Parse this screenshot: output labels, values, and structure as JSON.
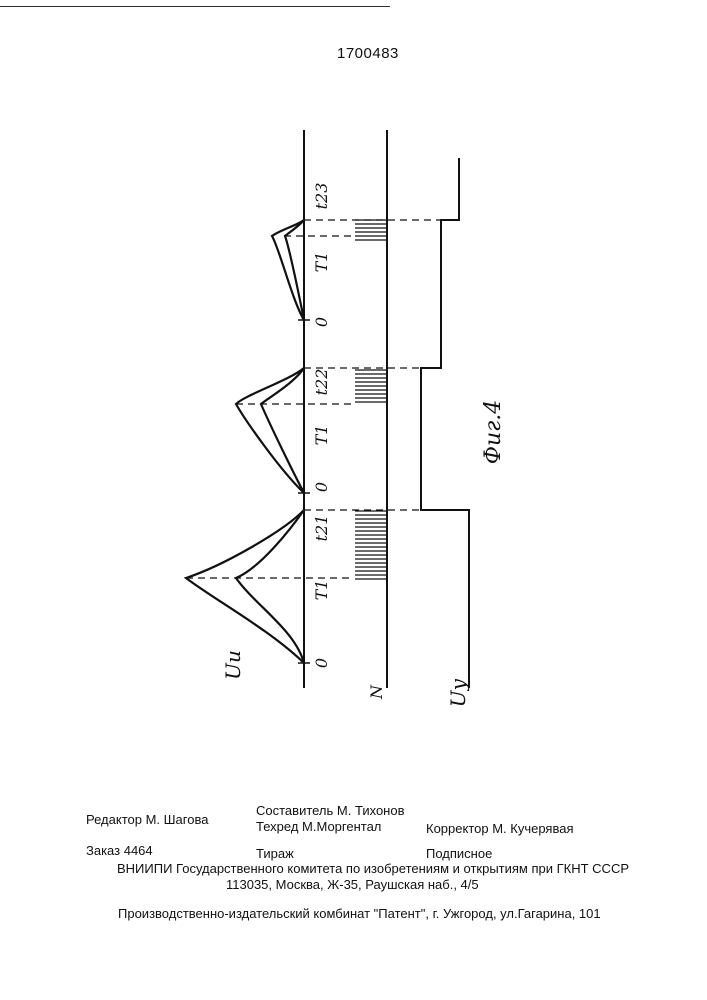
{
  "page": {
    "patent_number": "1700483"
  },
  "figure": {
    "caption": "Фиг.4",
    "axis_labels": {
      "ui": "Uи",
      "n": "N",
      "uy": "Uу"
    },
    "tick_labels": [
      "0",
      "T1",
      "t21",
      "0",
      "T1",
      "t22",
      "0",
      "T1",
      "t23"
    ]
  },
  "imprint": {
    "editor": "Редактор  М. Шагова",
    "compiler": "Составитель  М. Тихонов",
    "techeditor": "Техред М.Моргентал",
    "corrector": "Корректор  М. Кучерявая",
    "order": "Заказ 4464",
    "circulation": "Тираж",
    "subscription": "Подписное",
    "vniipi": "ВНИИПИ Государственного комитета по изобретениям и открытиям при ГКНТ СССР",
    "address": "113035, Москва, Ж-35, Раушская наб., 4/5",
    "publisher": "Производственно-издательский комбинат \"Патент\", г. Ужгород, ул.Гагарина, 101"
  }
}
